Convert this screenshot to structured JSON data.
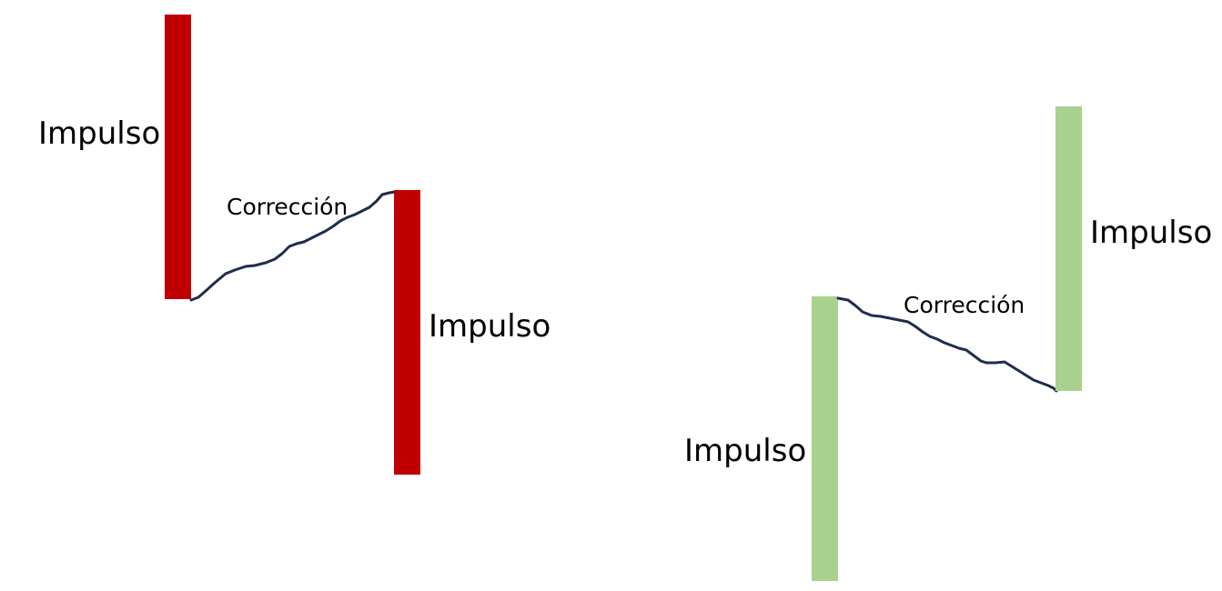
{
  "colors": {
    "bearish_bar": "#c00000",
    "bullish_bar": "#a9d18e",
    "correction_line": "#1f2d4d",
    "text": "#000000",
    "background": "#ffffff"
  },
  "bearish": {
    "impulse_1_label": "Impulso",
    "correction_label": "Corrección",
    "impulse_2_label": "Impulso"
  },
  "bullish": {
    "impulse_1_label": "Impulso",
    "correction_label": "Corrección",
    "impulse_2_label": "Impulso"
  }
}
